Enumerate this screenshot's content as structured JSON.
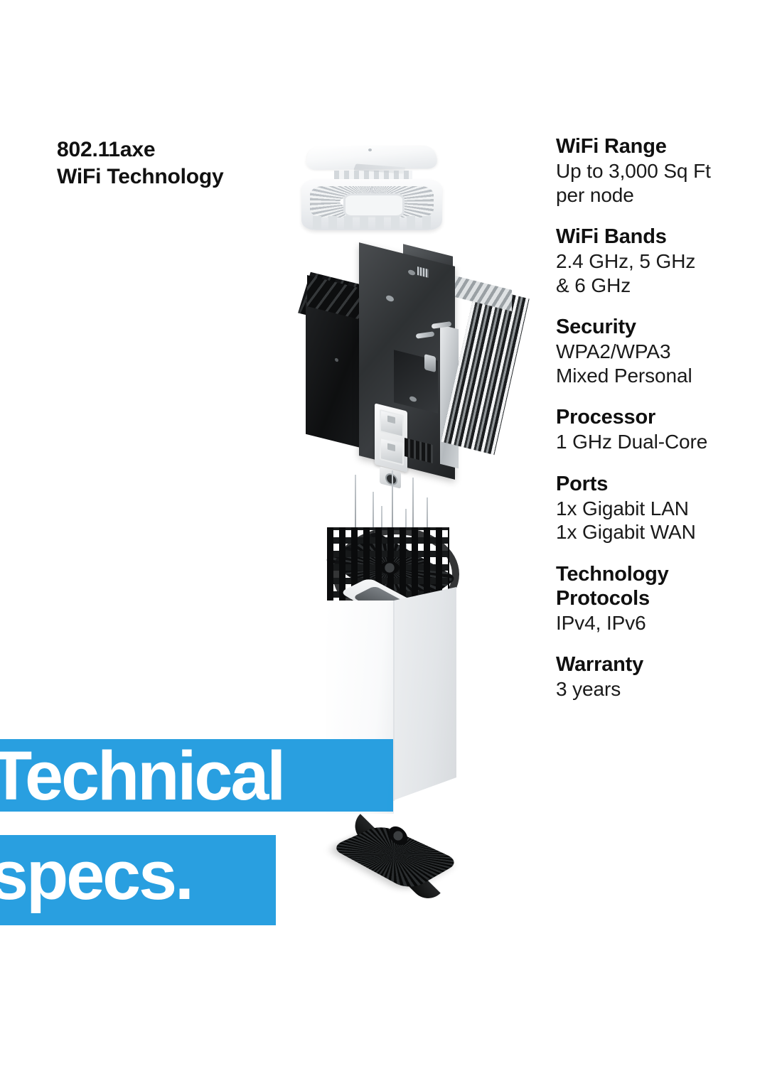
{
  "background_color": "#ffffff",
  "accent_color": "#1C99DE",
  "left_heading": {
    "line1": "802.11axe",
    "line2": "WiFi Technology"
  },
  "banner": {
    "line1": "Technical",
    "line2": "specs.",
    "bar_color": "#1C99DE",
    "text_color": "#ffffff"
  },
  "specs": [
    {
      "title": "WiFi Range",
      "value": "Up to 3,000 Sq Ft\nper node"
    },
    {
      "title": "WiFi Bands",
      "value": "2.4 GHz, 5 GHz\n& 6 GHz"
    },
    {
      "title": "Security",
      "value": "WPA2/WPA3\nMixed Personal"
    },
    {
      "title": "Processor",
      "value": "1 GHz Dual-Core"
    },
    {
      "title": "Ports",
      "value": "1x Gigabit LAN\n1x Gigabit WAN"
    },
    {
      "title": "Technology\nProtocols",
      "value": "IPv4, IPv6"
    },
    {
      "title": "Warranty",
      "value": "3 years"
    }
  ],
  "product_image": {
    "description": "Exploded view of mesh WiFi node",
    "parts": [
      "top-cap",
      "ventilated-housing-ring",
      "black-heatsink",
      "circuit-board",
      "silver-heatsink",
      "rj45-ethernet-ports",
      "power-barrel-jack",
      "radial-heatsink-with-antennas",
      "white-tower-chassis",
      "black-base-plate"
    ]
  }
}
